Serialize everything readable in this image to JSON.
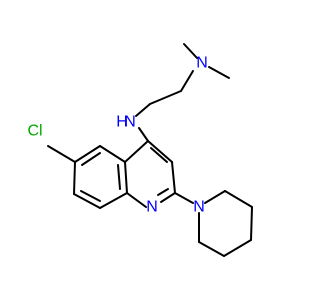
{
  "colors": {
    "background": "#ffffff",
    "bond": "#000000",
    "nitrogen": "#0000ff",
    "chlorine": "#00aa00"
  },
  "atoms": {
    "n_amine_top": "N",
    "n_amine_nh": "N",
    "h_amine_nh": "H",
    "chlorine": "Cl",
    "n_quinoline": "N",
    "n_piperidine": "N"
  }
}
